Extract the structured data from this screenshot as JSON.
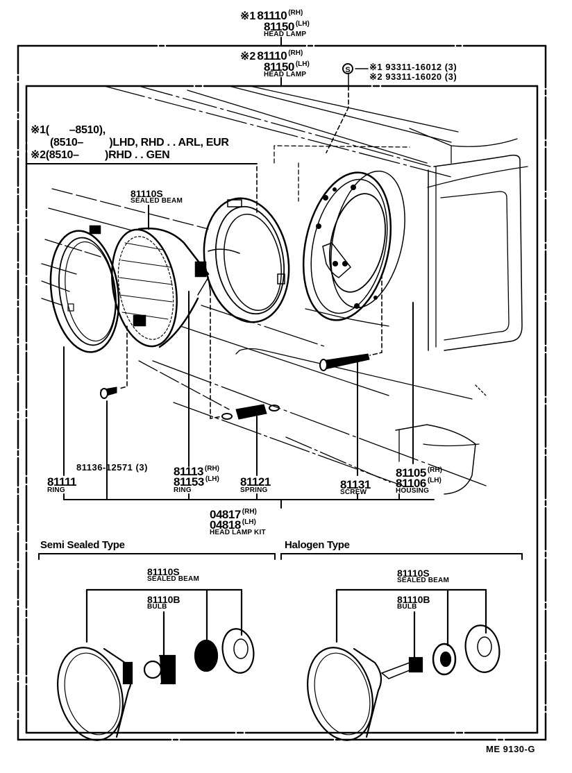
{
  "diagram": {
    "code": "ME 9130-G",
    "assemblies": [
      {
        "mark": "※1",
        "numbers": [
          {
            "pn": "81110",
            "side": "(RH)"
          },
          {
            "pn": "81150",
            "side": "(LH)"
          }
        ],
        "name": "HEAD LAMP"
      },
      {
        "mark": "※2",
        "numbers": [
          {
            "pn": "81110",
            "side": "(RH)"
          },
          {
            "pn": "81150",
            "side": "(LH)"
          }
        ],
        "name": "HEAD LAMP"
      }
    ],
    "screw_callout": {
      "symbol": "S",
      "items": [
        {
          "mark": "※1",
          "pn": "93311-16012",
          "qty": "(3)"
        },
        {
          "mark": "※2",
          "pn": "93311-16020",
          "qty": "(3)"
        }
      ]
    },
    "applicability_note": {
      "line1_mark": "※1",
      "line1": "(       –8510),",
      "line2": "(8510–         )LHD, RHD . . ARL, EUR",
      "line3_mark": "※2",
      "line3": "(8510–         )RHD . . GEN"
    },
    "parts": {
      "sealed_beam": {
        "pn": "81110S",
        "name": "SEALED BEAM"
      },
      "ring_outer": {
        "pn": "81111",
        "name": "RING"
      },
      "ring_screw": {
        "pn": "81136-12571",
        "qty": "(3)"
      },
      "ring_inner": {
        "pn_rh": "81113",
        "side_rh": "(RH)",
        "pn_lh": "81153",
        "side_lh": "(LH)",
        "name": "RING"
      },
      "spring": {
        "pn": "81121",
        "name": "SPRING"
      },
      "screw": {
        "pn": "81131",
        "name": "SCREW"
      },
      "housing": {
        "pn_rh": "81105",
        "side_rh": "(RH)",
        "pn_lh": "81106",
        "side_lh": "(LH)",
        "name": "HOUSING"
      },
      "kit": {
        "pn_rh": "04817",
        "side_rh": "(RH)",
        "pn_lh": "04818",
        "side_lh": "(LH)",
        "name": "HEAD LAMP KIT"
      }
    },
    "variants": [
      {
        "title": "Semi Sealed Type",
        "beam_pn": "81110S",
        "beam_name": "SEALED BEAM",
        "bulb_pn": "81110B",
        "bulb_name": "BULB"
      },
      {
        "title": "Halogen Type",
        "beam_pn": "81110S",
        "beam_name": "SEALED BEAM",
        "bulb_pn": "81110B",
        "bulb_name": "BULB"
      }
    ]
  }
}
